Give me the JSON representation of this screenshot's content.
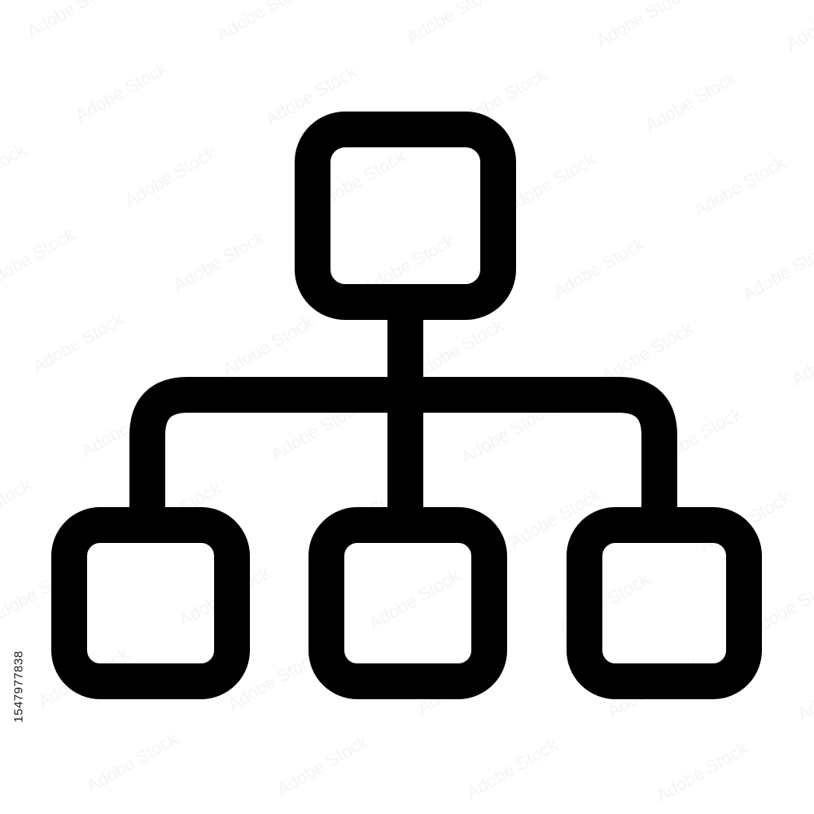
{
  "diagram": {
    "type": "hierarchy-icon",
    "nodes": [
      {
        "id": "root",
        "level": 0
      },
      {
        "id": "child-left",
        "level": 1,
        "parent": "root"
      },
      {
        "id": "child-center",
        "level": 1,
        "parent": "root"
      },
      {
        "id": "child-right",
        "level": 1,
        "parent": "root"
      }
    ],
    "stroke_color": "#000000",
    "fill_color": "#ffffff"
  },
  "stock_id": "1547977838",
  "watermark_text": "Adobe Stock"
}
